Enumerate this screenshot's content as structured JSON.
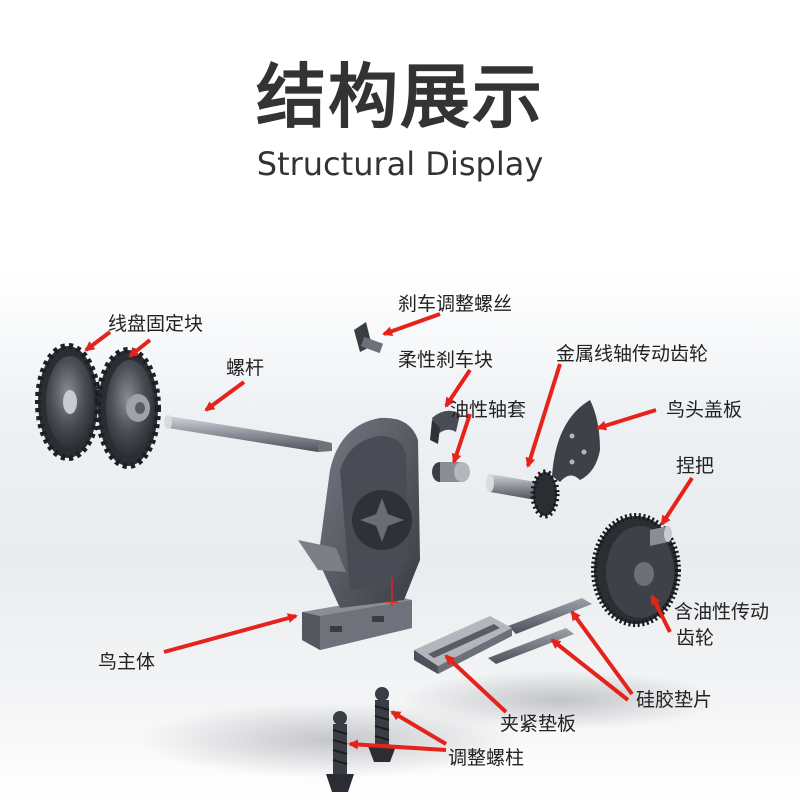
{
  "header": {
    "title": "结构展示",
    "subtitle": "Structural Display"
  },
  "labels": {
    "spool_lock_block": "线盘固定块",
    "screw_rod": "螺杆",
    "brake_adjust_screw": "刹车调整螺丝",
    "flexible_brake_block": "柔性刹车块",
    "oil_bushing": "油性轴套",
    "metal_spool_gear": "金属线轴传动齿轮",
    "bird_head_cover": "鸟头盖板",
    "handle": "捏把",
    "oil_drive_gear_line1": "含油性传动",
    "oil_drive_gear_line2": "齿轮",
    "bird_main_body": "鸟主体",
    "silicone_pad": "硅胶垫片",
    "clamp_pad": "夹紧垫板",
    "adjust_post": "调整螺柱"
  },
  "colors": {
    "arrow": "#e5231b",
    "part_dark": "#3b3d45",
    "part_mid": "#6e7079",
    "part_light": "#b4b6bd",
    "title": "#333333"
  }
}
